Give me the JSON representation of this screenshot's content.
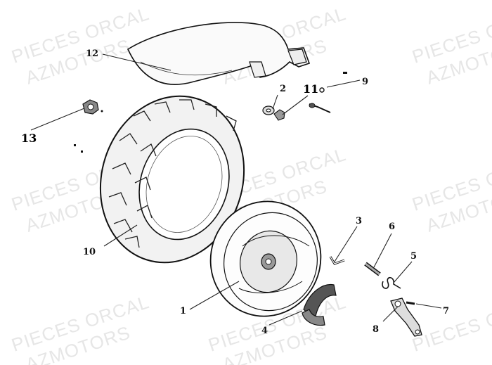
{
  "watermark": {
    "line1": "PIECES ORCAL",
    "line2": "AZMOTORS"
  },
  "callouts": {
    "tire": "10",
    "wheel_rim": "1",
    "washer": "2",
    "valve": "3",
    "brake_shoe": "4",
    "spring": "5",
    "cam_shaft": "6",
    "bolt_small": "7",
    "brake_arm": "8",
    "screw": "9",
    "bolt": "11",
    "mudguard": "12",
    "axle_nut": "13"
  }
}
